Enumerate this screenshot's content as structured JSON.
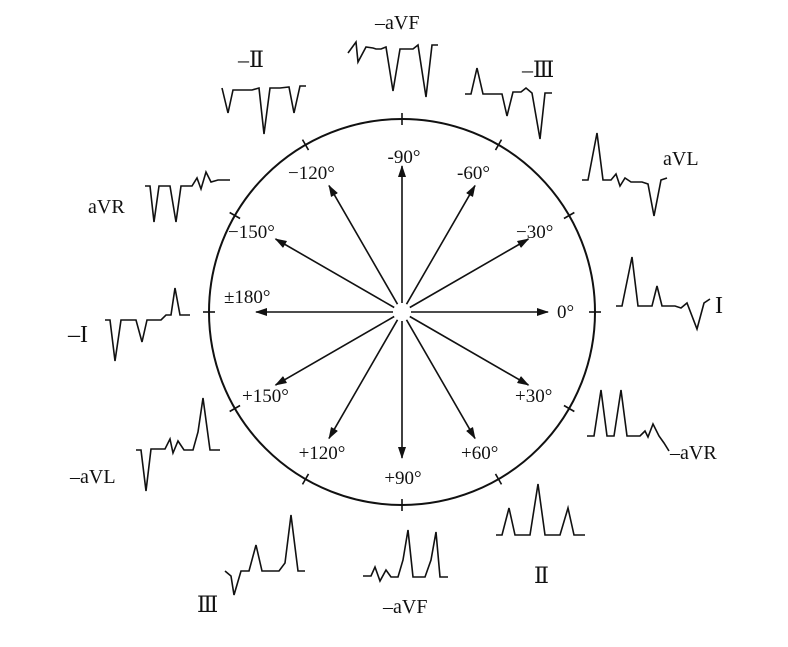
{
  "angle_labels": [
    {
      "angle": 0,
      "text": "0°"
    },
    {
      "angle": 30,
      "text": "+30°"
    },
    {
      "angle": 60,
      "text": "+60°"
    },
    {
      "angle": 90,
      "text": "+90°"
    },
    {
      "angle": 120,
      "text": "+120°"
    },
    {
      "angle": 150,
      "text": "+150°"
    },
    {
      "angle": 180,
      "text": "±180°"
    },
    {
      "angle": -150,
      "text": "−150°"
    },
    {
      "angle": -120,
      "text": "−120°"
    },
    {
      "angle": -90,
      "text": "-90°"
    },
    {
      "angle": -60,
      "text": "-60°"
    },
    {
      "angle": -30,
      "text": "−30°"
    }
  ],
  "lead_labels": [
    {
      "key": "I",
      "text": "I"
    },
    {
      "key": "neg_aVR",
      "text": "–aVR"
    },
    {
      "key": "II",
      "text": "Ⅱ"
    },
    {
      "key": "aVF",
      "text": "–aVF"
    },
    {
      "key": "III",
      "text": "Ⅲ"
    },
    {
      "key": "neg_aVL",
      "text": "–aVL"
    },
    {
      "key": "neg_I",
      "text": "–I"
    },
    {
      "key": "aVR",
      "text": "aVR"
    },
    {
      "key": "neg_II",
      "text": "–Ⅱ"
    },
    {
      "key": "neg_aVF",
      "text": "–aVF"
    },
    {
      "key": "neg_III",
      "text": "–Ⅲ"
    },
    {
      "key": "aVL",
      "text": "aVL"
    }
  ]
}
